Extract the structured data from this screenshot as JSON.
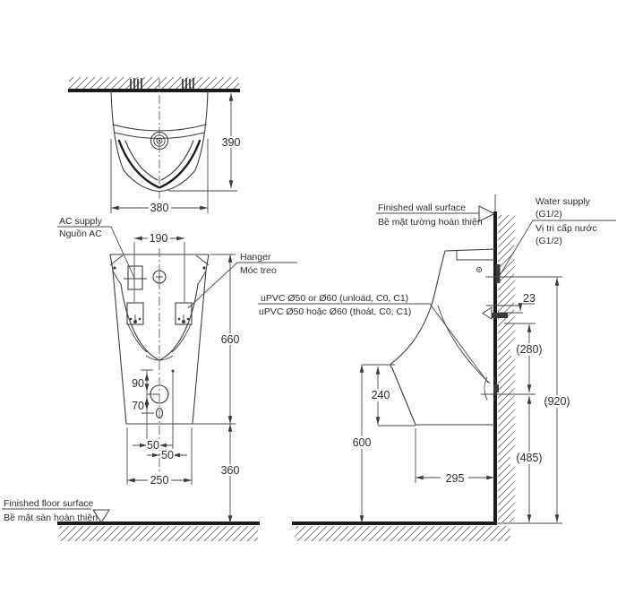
{
  "colors": {
    "line": "#3c3c3c",
    "heavy": "#1c1c1c",
    "text": "#2e2e2e",
    "background": "#ffffff"
  },
  "front_view": {
    "labels": {
      "ac_supply_en": "AC supply",
      "ac_supply_vi": "Nguồn AC",
      "hanger_en": "Hanger",
      "hanger_vi": "Móc treo"
    },
    "dimensions": {
      "top_depth": "390",
      "top_width": "380",
      "supply_spacing": "190",
      "body_height": "660",
      "offset_90": "90",
      "offset_70": "70",
      "offset_50_left": "50",
      "offset_50_right": "50",
      "base_width": "250",
      "rim_to_floor": "360"
    }
  },
  "side_view": {
    "labels": {
      "wall_en": "Finished wall surface",
      "wall_vi": "Bề mặt tường hoàn thiện",
      "water_en_1": "Water supply",
      "water_en_2": "(G1/2)",
      "water_vi_1": "Vị tri cấp nước",
      "water_vi_2": "(G1/2)",
      "drain_en": "uPVC Ø50 or Ø60 (unload, C0, C1)",
      "drain_vi": "uPVC Ø50 hoặc Ø60 (thoát, C0, C1)"
    },
    "dimensions": {
      "spud_offset": "23",
      "outlet_span": "(280)",
      "supply_height": "(920)",
      "lower_body": "240",
      "lip_height": "600",
      "outlet_height": "(485)",
      "depth": "295"
    }
  },
  "floor": {
    "en": "Finished floor surface",
    "vi": "Bề mặt sàn hoàn thiện"
  }
}
